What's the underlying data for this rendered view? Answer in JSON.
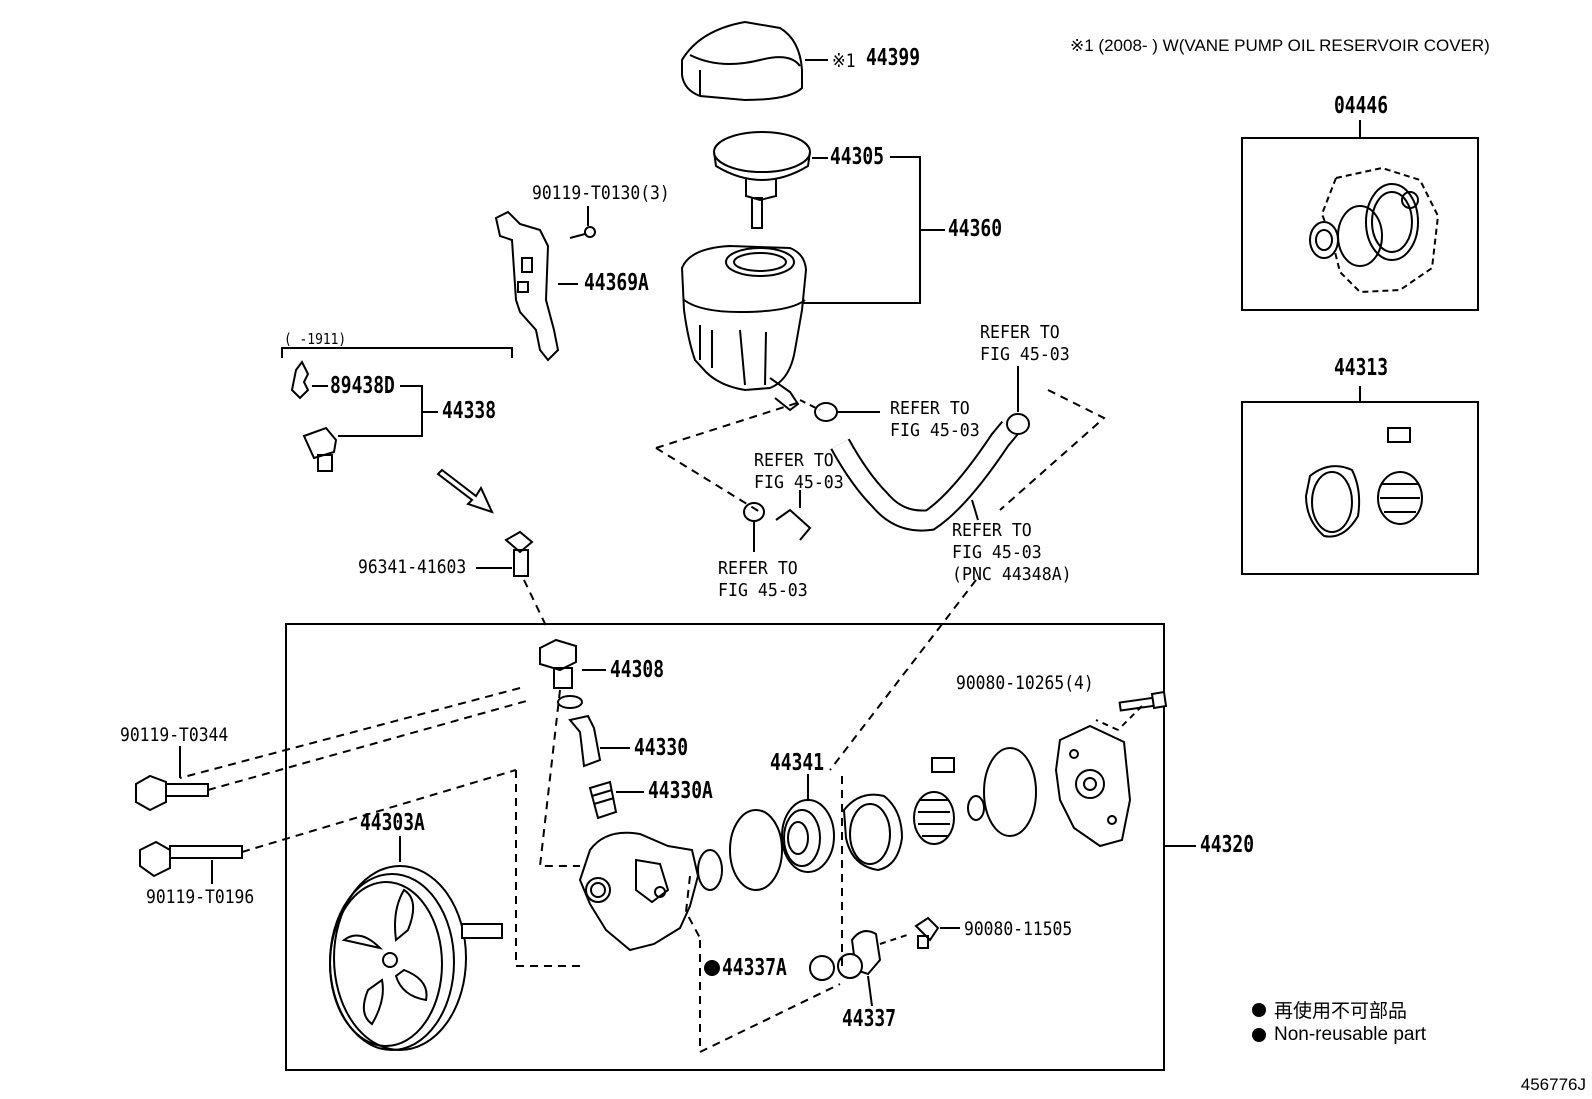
{
  "note_top": "※1 (2008-       ) W(VANE PUMP OIL RESERVOIR COVER)",
  "labels": {
    "p44399": "44399",
    "p44399_mark": "※1",
    "p44305": "44305",
    "p44360": "44360",
    "p90119_t0130": "90119-T0130(3)",
    "p44369a": "44369A",
    "range_1911": "(     -1911)",
    "p89438d": "89438D",
    "p44338": "44338",
    "p96341_41603": "96341-41603",
    "p44308": "44308",
    "p44330": "44330",
    "p44330a": "44330A",
    "p44341": "44341",
    "p44303a": "44303A",
    "p90119_t0344": "90119-T0344",
    "p90119_t0196": "90119-T0196",
    "p90080_10265": "90080-10265(4)",
    "p44320": "44320",
    "p90080_11505": "90080-11505",
    "p44337a": "44337A",
    "p44337": "44337",
    "p04446": "04446",
    "p44313": "44313"
  },
  "refer": {
    "r1": [
      "REFER TO",
      "FIG 45-03"
    ],
    "r2": [
      "REFER TO",
      "FIG 45-03"
    ],
    "r3": [
      "REFER TO",
      "FIG 45-03"
    ],
    "r4": [
      "REFER TO",
      "FIG 45-03"
    ],
    "r5": [
      "REFER TO",
      "FIG 45-03",
      "(PNC 44348A)"
    ]
  },
  "legend": {
    "jp": "再使用不可部品",
    "en": "Non-reusable part"
  },
  "figure_code": "456776J"
}
